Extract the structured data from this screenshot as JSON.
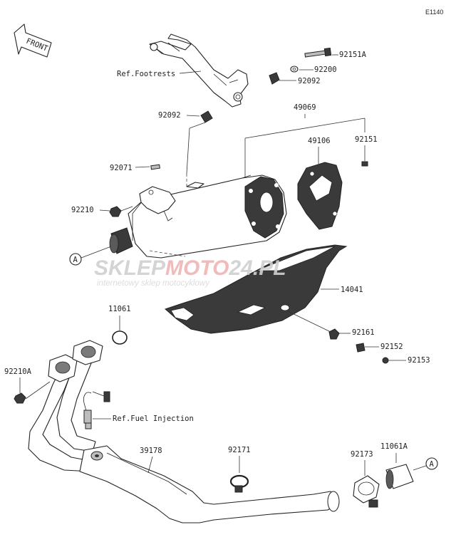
{
  "diagram_code": "E1140",
  "front_label": "FRONT",
  "callout_a": "A",
  "refs": {
    "footrests": "Ref.Footrests",
    "fuel_injection": "Ref.Fuel Injection"
  },
  "parts": {
    "p92151A": "92151A",
    "p92200": "92200",
    "p92092_upper": "92092",
    "p92092_lower": "92092",
    "p49069": "49069",
    "p49106": "49106",
    "p92151": "92151",
    "p92071": "92071",
    "p92210": "92210",
    "p14041": "14041",
    "p11061": "11061",
    "p92161": "92161",
    "p92152": "92152",
    "p92153": "92153",
    "p92210A": "92210A",
    "p39178": "39178",
    "p92171": "92171",
    "p92173": "92173",
    "p11061A": "11061A"
  },
  "watermark": {
    "brand_a": "SKLEP",
    "brand_b": "MOTO",
    "brand_c": "24",
    "brand_d": ".PL",
    "tagline": "internetowy sklep motocyklowy",
    "colors": {
      "gray": "#d0d0d0",
      "red": "#f0b4b4"
    }
  }
}
